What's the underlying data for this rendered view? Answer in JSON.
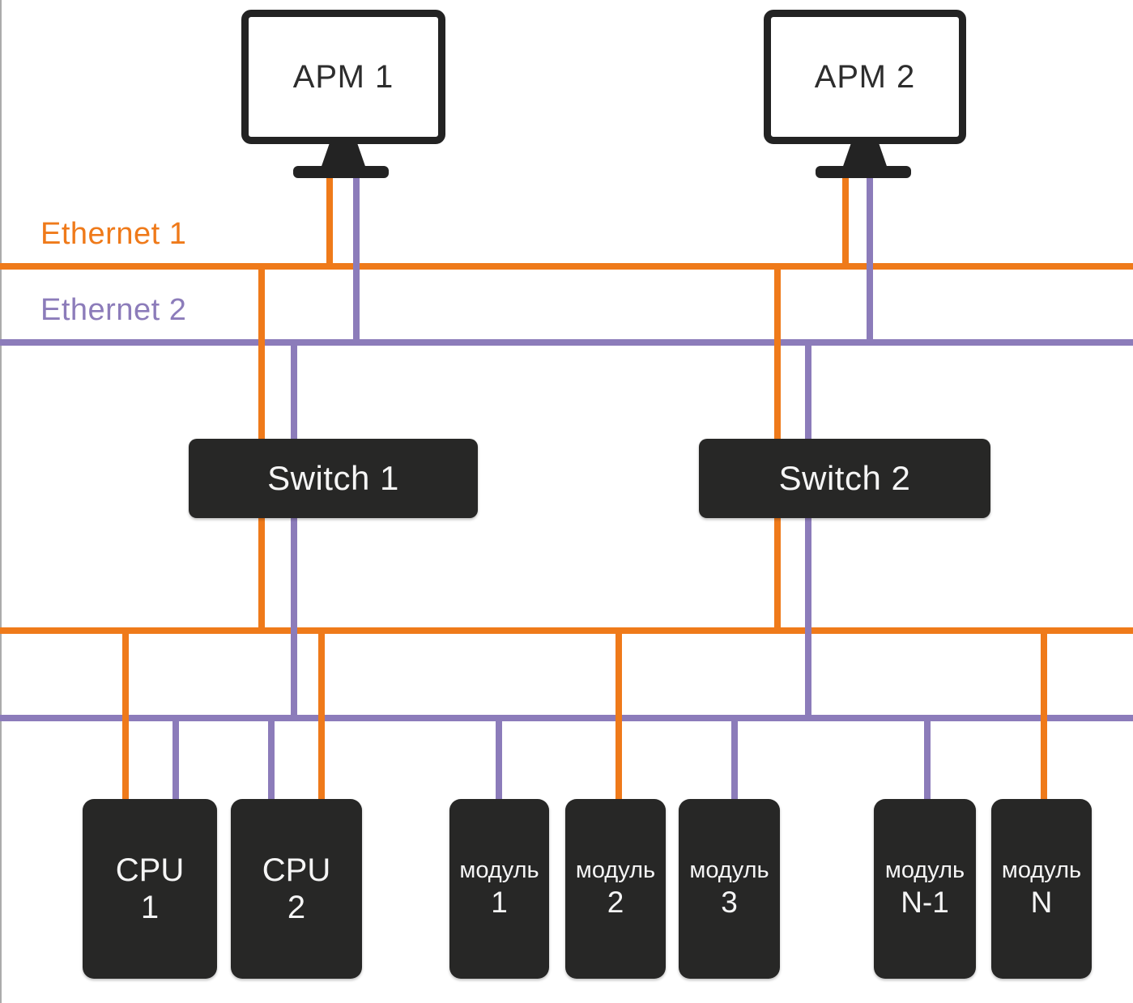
{
  "colors": {
    "ethernet1": "#EF7A1A",
    "ethernet2": "#8C7CBA",
    "device_fill": "#272726",
    "device_text": "#F5F5F5",
    "monitor": "#232323",
    "edge": "#ABABAB"
  },
  "buses": {
    "ethernet1": {
      "label": "Ethernet 1",
      "color": "#EF7A1A"
    },
    "ethernet2": {
      "label": "Ethernet 2",
      "color": "#8C7CBA"
    }
  },
  "workstations": [
    {
      "label": "АРМ 1",
      "connections": [
        "ethernet1",
        "ethernet2"
      ]
    },
    {
      "label": "АРМ 2",
      "connections": [
        "ethernet1",
        "ethernet2"
      ]
    }
  ],
  "switches": [
    {
      "label": "Switch 1",
      "connections": [
        "ethernet1",
        "ethernet2"
      ]
    },
    {
      "label": "Switch 2",
      "connections": [
        "ethernet1",
        "ethernet2"
      ]
    }
  ],
  "devices": [
    {
      "line1": "CPU",
      "line2": "1",
      "connections": [
        "ethernet1",
        "ethernet2"
      ]
    },
    {
      "line1": "CPU",
      "line2": "2",
      "connections": [
        "ethernet2",
        "ethernet1"
      ]
    },
    {
      "line1": "модуль",
      "line2": "1",
      "connections": [
        "ethernet2"
      ]
    },
    {
      "line1": "модуль",
      "line2": "2",
      "connections": [
        "ethernet1"
      ]
    },
    {
      "line1": "модуль",
      "line2": "3",
      "connections": [
        "ethernet2"
      ]
    },
    {
      "line1": "модуль",
      "line2": "N-1",
      "connections": [
        "ethernet2"
      ]
    },
    {
      "line1": "модуль",
      "line2": "N",
      "connections": [
        "ethernet1"
      ]
    }
  ]
}
